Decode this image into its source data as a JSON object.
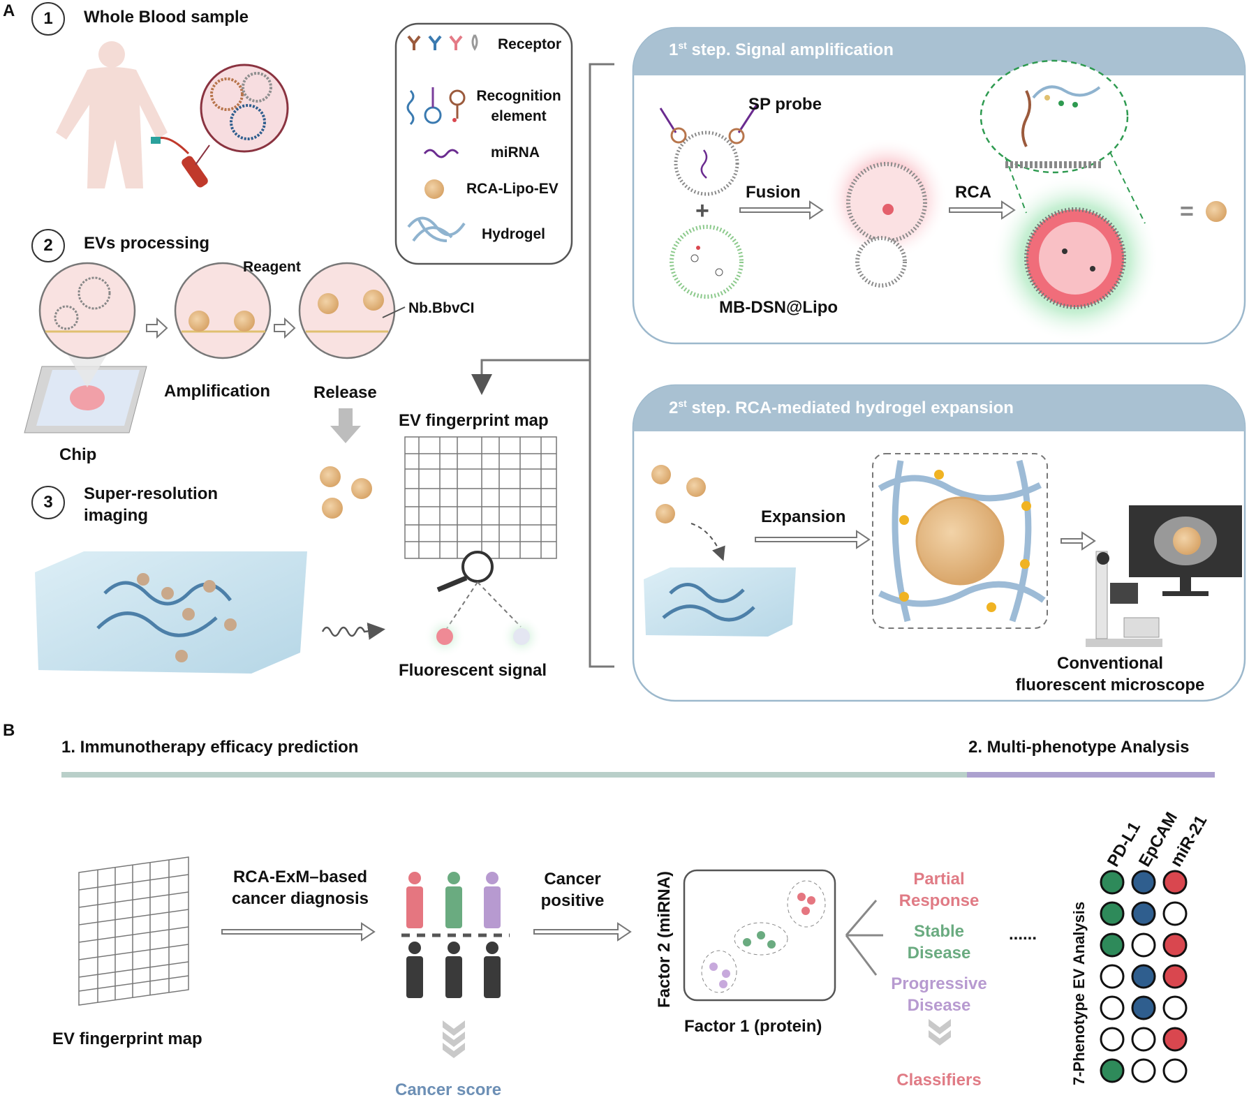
{
  "panel_a": {
    "letter": "A",
    "step1": {
      "num": "1",
      "title": "Whole Blood sample"
    },
    "step2": {
      "num": "2",
      "title": "EVs  processing",
      "reagent": "Reagent",
      "enzyme": "Nb.BbvCI",
      "chip": "Chip",
      "amplification": "Amplification",
      "release": "Release"
    },
    "step3": {
      "num": "3",
      "title_line1": "Super-resolution",
      "title_line2": "imaging"
    },
    "legend": {
      "receptor": "Receptor",
      "recognition_line1": "Recognition",
      "recognition_line2": "element",
      "mirna": "miRNA",
      "rca_lipo_ev": "RCA-Lipo-EV",
      "hydrogel": "Hydrogel"
    },
    "fingerprint": {
      "title": "EV fingerprint map",
      "signal": "Fluorescent signal"
    },
    "box1": {
      "header_pre": "1",
      "header_sup": "st",
      "header_post": " step.  Signal amplification",
      "sp_probe": "SP probe",
      "fusion": "Fusion",
      "rca": "RCA",
      "mb_dsn": "MB-DSN@Lipo",
      "plus": "+",
      "equals": "="
    },
    "box2": {
      "header_pre": "2",
      "header_sup": "st",
      "header_post": " step.  RCA-mediated  hydrogel expansion",
      "expansion": "Expansion",
      "microscope_line1": "Conventional",
      "microscope_line2": "fluorescent microscope"
    }
  },
  "panel_b": {
    "letter": "B",
    "section1": "1. Immunotherapy efficacy  prediction",
    "section2": "2. Multi-phenotype Analysis",
    "fingerprint_map": "EV fingerprint map",
    "diagnosis_line1": "RCA-ExM–based",
    "diagnosis_line2": "cancer diagnosis",
    "positive_line1": "Cancer",
    "positive_line2": "positive",
    "cancer_score": "Cancer score",
    "factor2": "Factor 2 (miRNA)",
    "factor1": "Factor 1 (protein)",
    "partial_line1": "Partial",
    "partial_line2": "Response",
    "stable_line1": "Stable",
    "stable_line2": "Disease",
    "progressive_line1": "Progressive",
    "progressive_line2": "Disease",
    "classifiers": "Classifiers",
    "ellipsis": "......",
    "matrix_title": "7-Phenotype EV Analysis",
    "columns": [
      "PD-L1",
      "EpCAM",
      "miR-21"
    ],
    "rows": [
      [
        true,
        true,
        true
      ],
      [
        true,
        true,
        false
      ],
      [
        true,
        false,
        true
      ],
      [
        false,
        true,
        true
      ],
      [
        false,
        true,
        false
      ],
      [
        false,
        false,
        true
      ],
      [
        true,
        false,
        false
      ]
    ],
    "colors": {
      "pd_l1": "#2e8a5a",
      "epcam": "#2f5e8e",
      "mir21": "#d9474f",
      "line1": "#b9cfc9",
      "line2": "#aca1cf"
    }
  }
}
